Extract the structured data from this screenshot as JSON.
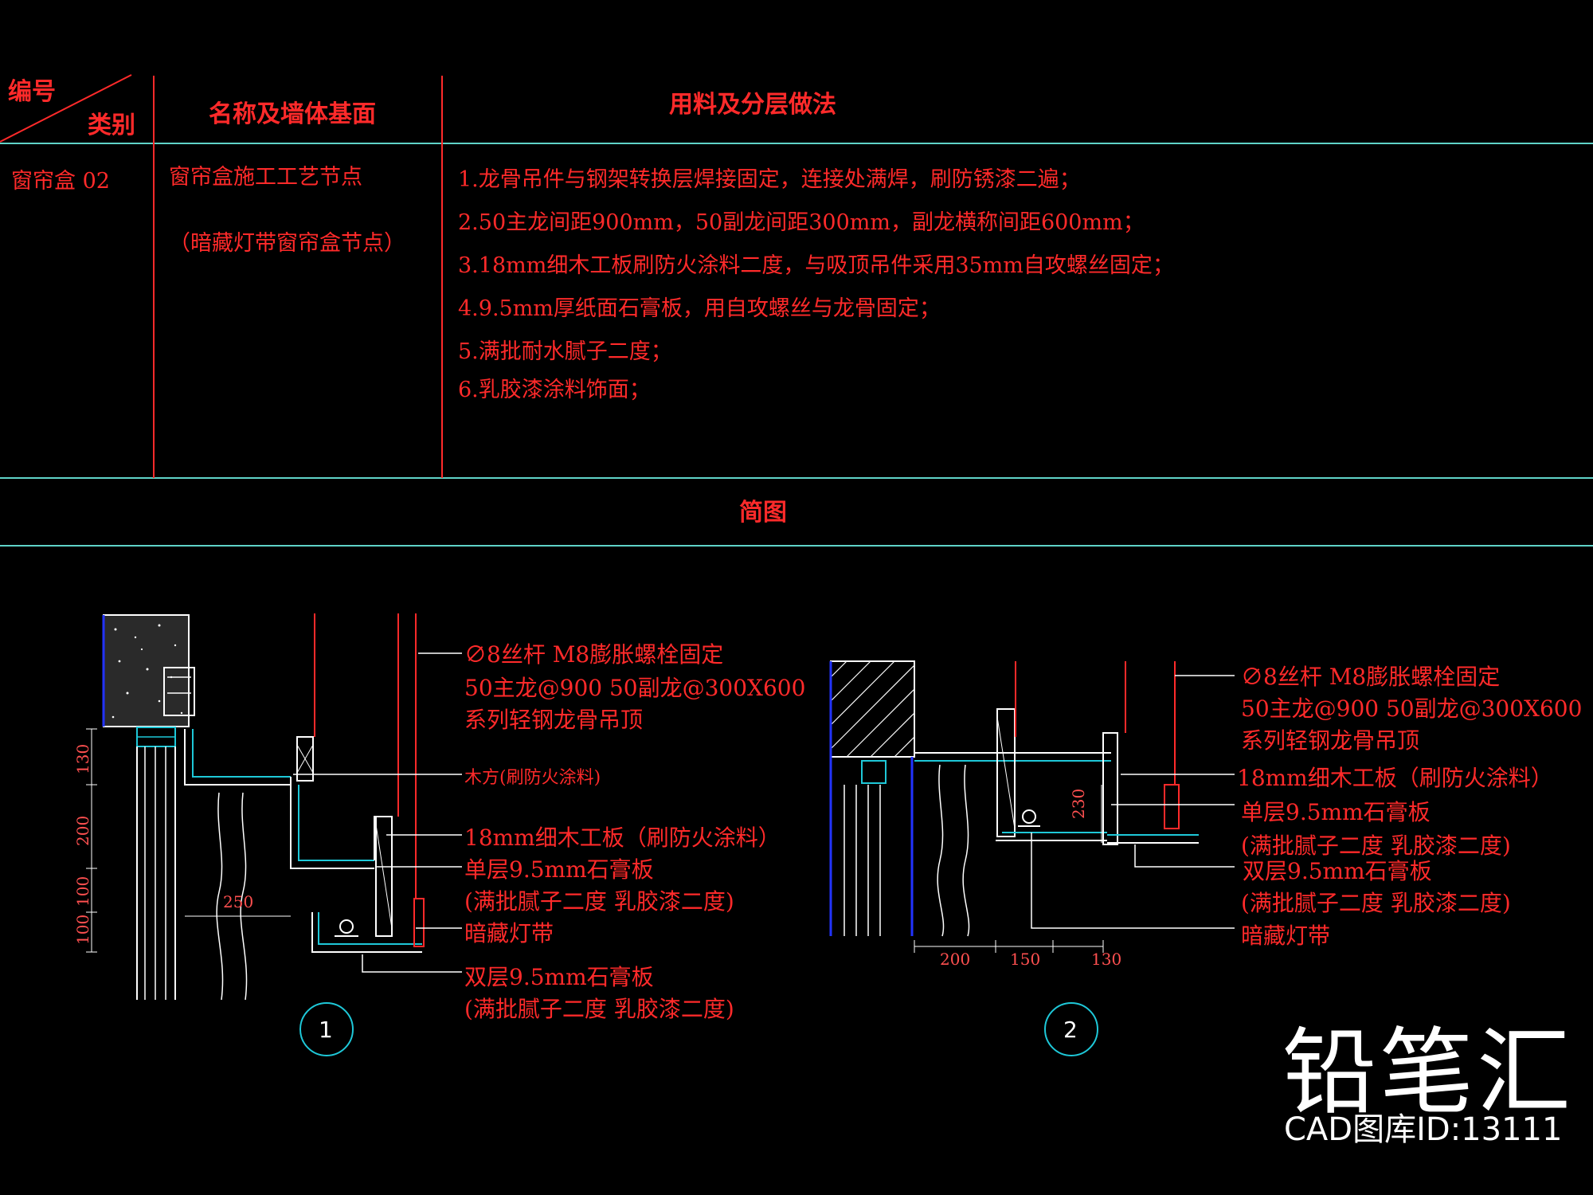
{
  "table": {
    "header": {
      "number_label": "编号",
      "category_label": "类别",
      "name_label": "名称及墙体基面",
      "method_label": "用料及分层做法"
    },
    "row": {
      "code": "窗帘盒 02",
      "name_line1": "窗帘盒施工工艺节点",
      "name_line2": "（暗藏灯带窗帘盒节点）",
      "steps": [
        "1.龙骨吊件与钢架转换层焊接固定，连接处满焊，刷防锈漆二遍；",
        "2.50主龙间距900mm，50副龙间距300mm，副龙横称间距600mm；",
        "3.18mm细木工板刷防火涂料二度，与吸顶吊件采用35mm自攻螺丝固定；",
        "4.9.5mm厚纸面石膏板，用自攻螺丝与龙骨固定；",
        "5.满批耐水腻子二度；",
        "6.乳胶漆涂料饰面；"
      ]
    },
    "diagram_section_label": "简图"
  },
  "detail1": {
    "labels": {
      "rod": "∅8丝杆 M8膨胀螺栓固定",
      "keel": "50主龙@900   50副龙@300X600",
      "keel_series": "系列轻钢龙骨吊顶",
      "wood_batten": "木方(刷防火涂料)",
      "plywood": "18mm细木工板（刷防火涂料）",
      "single_board": "单层9.5mm石膏板",
      "finish_a": "(满批腻子二度 乳胶漆二度)",
      "light_strip": "暗藏灯带",
      "double_board": "双层9.5mm石膏板",
      "finish_b": "(满批腻子二度 乳胶漆二度)"
    },
    "dims": {
      "d130": "130",
      "d200": "200",
      "d100a": "100",
      "d100b": "100",
      "d250": "250"
    },
    "bubble": "1"
  },
  "detail2": {
    "labels": {
      "rod": "∅8丝杆 M8膨胀螺栓固定",
      "keel": "50主龙@900   50副龙@300X600",
      "keel_series": "系列轻钢龙骨吊顶",
      "plywood": "18mm细木工板（刷防火涂料）",
      "single_board": "单层9.5mm石膏板",
      "finish_a": "(满批腻子二度 乳胶漆二度)",
      "double_board": "双层9.5mm石膏板",
      "finish_b": "(满批腻子二度 乳胶漆二度)",
      "light_strip": "暗藏灯带"
    },
    "dims": {
      "d230": "230",
      "d200": "200",
      "d150": "150",
      "d130": "130"
    },
    "bubble": "2"
  },
  "watermark": {
    "brand": "铅笔汇",
    "id_text": "CAD图库ID:13111"
  },
  "colors": {
    "background": "#000000",
    "table_line": "#5fd3c8",
    "column_line": "#ff2a2a",
    "text": "#ff2a2a",
    "drawing_white": "#ffffff",
    "insulation_cyan": "#1ec8d8",
    "wall_blue": "#2233ff"
  }
}
